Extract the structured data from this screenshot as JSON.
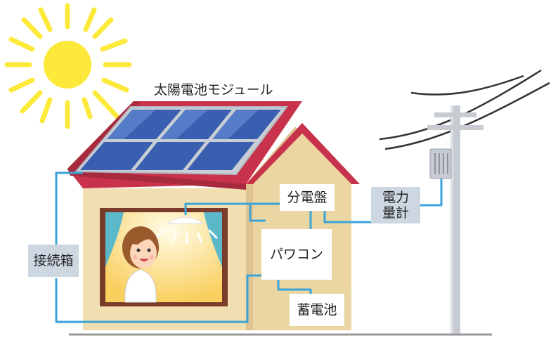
{
  "labels": {
    "module": "太陽電池モジュール",
    "junction_box": "接続箱",
    "distribution_board": "分電盤",
    "meter_line1": "電力",
    "meter_line2": "量計",
    "power_conditioner": "パワコン",
    "battery": "蓄電池"
  },
  "colors": {
    "wire": "#3aa3d8",
    "roof": "#c8334b",
    "wall": "#f1dfb2",
    "wall_side": "#ddc490",
    "sun": "#fde93a",
    "panel": "#3a5fb0",
    "meter_box": "#cdd7e1",
    "label_box": "#ffffff"
  }
}
